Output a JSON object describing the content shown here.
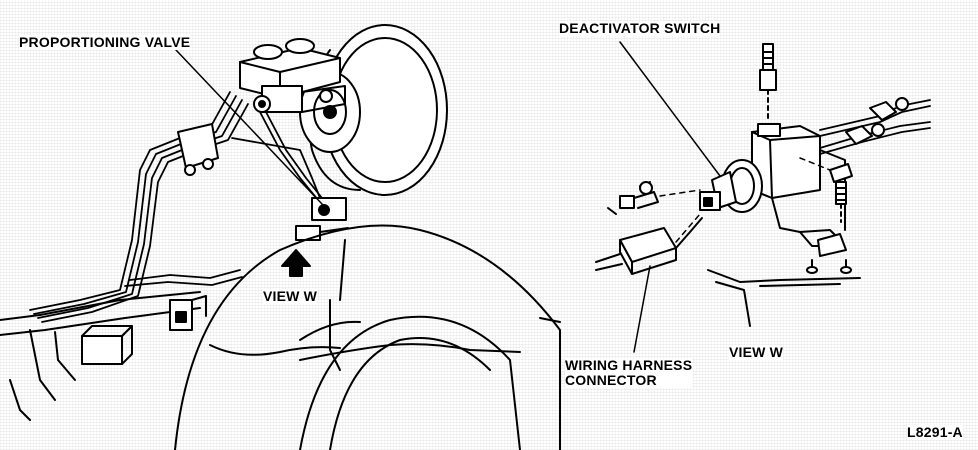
{
  "figure": {
    "labels": {
      "proportioning_valve": "PROPORTIONING VALVE",
      "deactivator_switch": "DEACTIVATOR SWITCH",
      "wiring_harness_connector": "WIRING HARNESS\nCONNECTOR",
      "view_w_left": "VIEW W",
      "view_w_right": "VIEW W",
      "figure_code": "L8291-A"
    },
    "colors": {
      "ink": "#000000",
      "paper": "#ffffff",
      "shade": "#9a9a9a"
    }
  }
}
